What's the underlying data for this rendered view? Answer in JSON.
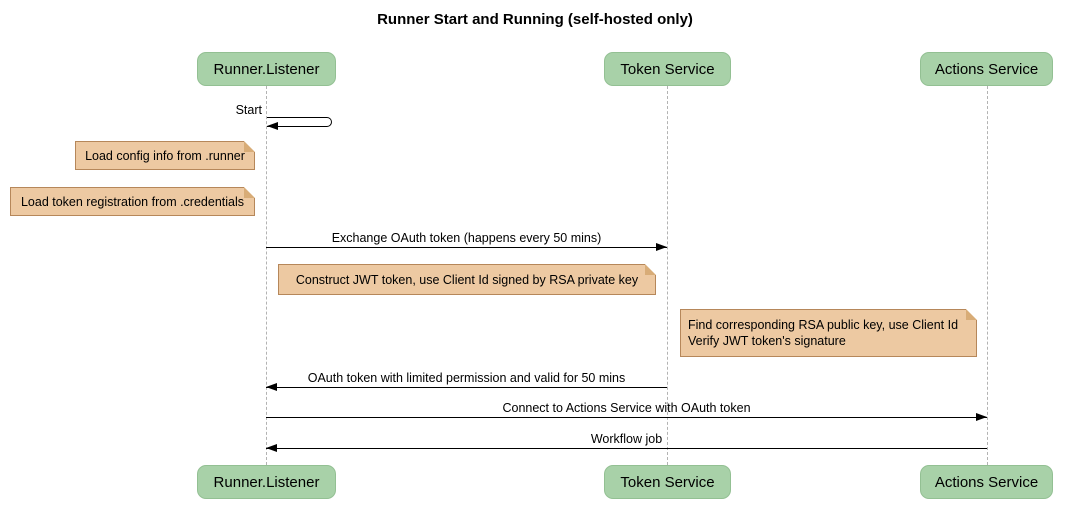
{
  "title": "Runner Start and Running (self-hosted only)",
  "colors": {
    "participant_fill": "#a8d1a8",
    "participant_border": "#93c093",
    "note_fill": "#edc9a2",
    "note_border": "#b6875a",
    "note_fold": "#d8ac77",
    "lifeline": "#b3b3b3",
    "arrow": "#000000"
  },
  "participants": [
    {
      "name": "Runner.Listener"
    },
    {
      "name": "Token Service"
    },
    {
      "name": "Actions Service"
    }
  ],
  "messages": [
    {
      "label": "Start",
      "from": "Runner.Listener",
      "to": "Runner.Listener",
      "type": "self"
    },
    {
      "label": "Exchange OAuth token (happens every 50 mins)",
      "from": "Runner.Listener",
      "to": "Token Service",
      "type": "solid"
    },
    {
      "label": "OAuth token with limited permission and valid for 50 mins",
      "from": "Token Service",
      "to": "Runner.Listener",
      "type": "solid"
    },
    {
      "label": "Connect to Actions Service with OAuth token",
      "from": "Runner.Listener",
      "to": "Actions Service",
      "type": "solid"
    },
    {
      "label": "Workflow job",
      "from": "Actions Service",
      "to": "Runner.Listener",
      "type": "solid"
    }
  ],
  "notes": [
    {
      "text": "Load config info from .runner",
      "position": "left of Runner.Listener"
    },
    {
      "text": "Load token registration from .credentials",
      "position": "left of Runner.Listener"
    },
    {
      "text": "Construct JWT token, use Client Id signed by RSA private key",
      "position": "right of Runner.Listener"
    },
    {
      "text": "Find corresponding RSA public key, use Client Id\nVerify JWT token's signature",
      "position": "left of Actions Service"
    }
  ]
}
